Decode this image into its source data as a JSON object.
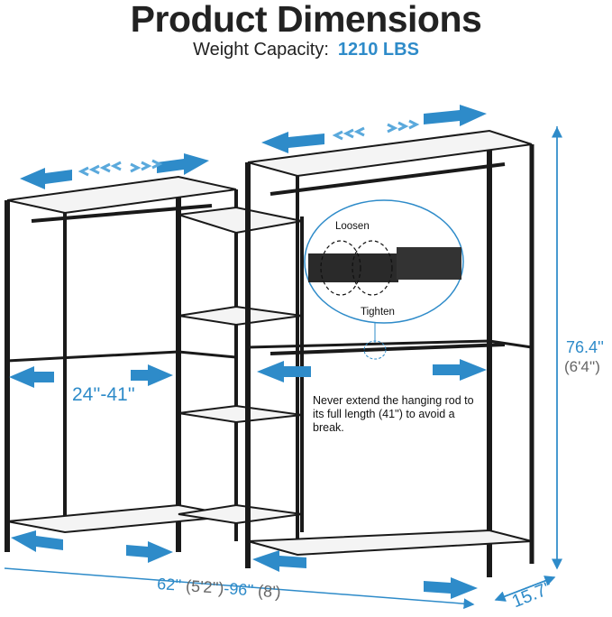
{
  "header": {
    "title": "Product Dimensions",
    "weight_label": "Weight Capacity:",
    "weight_value": "1210 LBS"
  },
  "callout": {
    "loosen": "Loosen",
    "tighten": "Tighten"
  },
  "note": "Never extend the hanging rod to its full length (41'') to avoid a break.",
  "dimensions": {
    "rod_range": "24''-41''",
    "height_in": "76.4''",
    "height_ft": "(6'4'')",
    "width_min": "62''",
    "width_min_ft": "(5'2'')",
    "width_sep": "-",
    "width_max": "96''",
    "width_max_ft": "(8')",
    "depth": "15.7''"
  },
  "colors": {
    "accent": "#2E8BC9",
    "text": "#222222",
    "frame": "#1a1a1a"
  }
}
